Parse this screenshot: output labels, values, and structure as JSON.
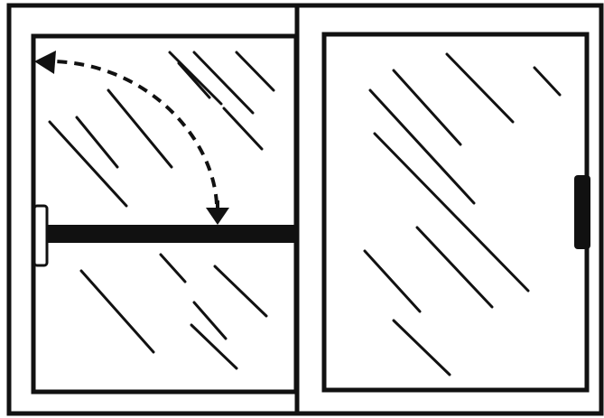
{
  "diagram": {
    "subject": "sliding-window-with-security-bar",
    "colors": {
      "ink": "#111111",
      "paper": "#ffffff"
    },
    "parts": [
      "window-outer-frame",
      "center-mullion",
      "left-fixed-pane",
      "right-sliding-pane",
      "security-bar",
      "bar-hinge-bracket",
      "swing-arc-arrow",
      "sash-handle",
      "glass-reflection-lines"
    ]
  }
}
